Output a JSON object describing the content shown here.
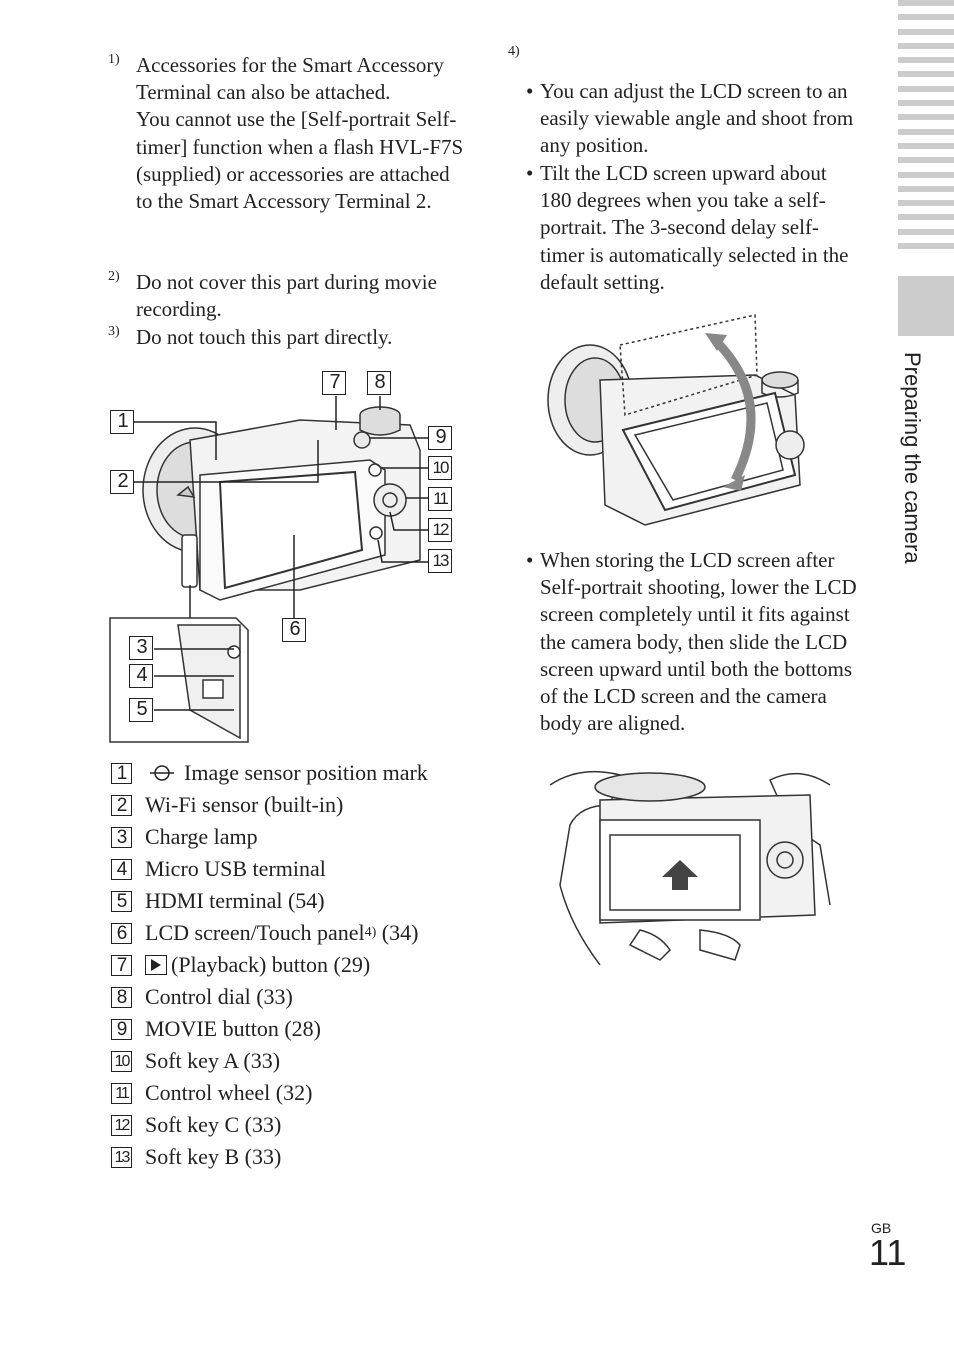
{
  "footnotes": [
    {
      "mark": "1)",
      "lines": [
        "Accessories for the Smart Accessory Terminal can also be attached.",
        "You cannot use the [Self-portrait Self-timer] function when a flash HVL-F7S (supplied) or accessories are attached to the Smart Accessory Terminal 2."
      ]
    },
    {
      "mark": "2)",
      "lines": [
        "Do not cover this part during movie recording."
      ]
    },
    {
      "mark": "3)",
      "lines": [
        "Do not touch this part directly."
      ]
    }
  ],
  "note4": {
    "mark": "4)",
    "bullets": [
      "You can adjust the LCD screen to an easily viewable angle and shoot from any position.",
      "Tilt the LCD screen upward about 180 degrees when you take a self-portrait. The 3-second delay self-timer is automatically selected in the default setting.",
      "When storing the LCD screen after Self-portrait shooting, lower the LCD screen completely until it fits against the camera body, then slide the LCD screen upward until both the bottoms of the LCD screen and the camera body are aligned."
    ]
  },
  "callouts": [
    "1",
    "2",
    "3",
    "4",
    "5",
    "6",
    "7",
    "8",
    "9",
    "10",
    "11",
    "12",
    "13"
  ],
  "parts": [
    {
      "num": "1",
      "label": "Image sensor position mark",
      "icon": "image-sensor-mark-icon"
    },
    {
      "num": "2",
      "label": "Wi-Fi sensor (built-in)"
    },
    {
      "num": "3",
      "label": "Charge lamp"
    },
    {
      "num": "4",
      "label": "Micro USB terminal"
    },
    {
      "num": "5",
      "label": "HDMI terminal (54)"
    },
    {
      "num": "6",
      "label": "LCD screen/Touch panel",
      "sup": "4)",
      "suffix": " (34)"
    },
    {
      "num": "7",
      "label": "(Playback) button (29)",
      "icon": "playback-icon"
    },
    {
      "num": "8",
      "label": "Control dial (33)"
    },
    {
      "num": "9",
      "label": "MOVIE button (28)"
    },
    {
      "num": "10",
      "label": "Soft key A (33)"
    },
    {
      "num": "11",
      "label": "Control wheel (32)"
    },
    {
      "num": "12",
      "label": "Soft key C (33)"
    },
    {
      "num": "13",
      "label": "Soft key B (33)"
    }
  ],
  "side_tab": {
    "label": "Preparing the camera"
  },
  "footer": {
    "region": "GB",
    "page": "11"
  }
}
